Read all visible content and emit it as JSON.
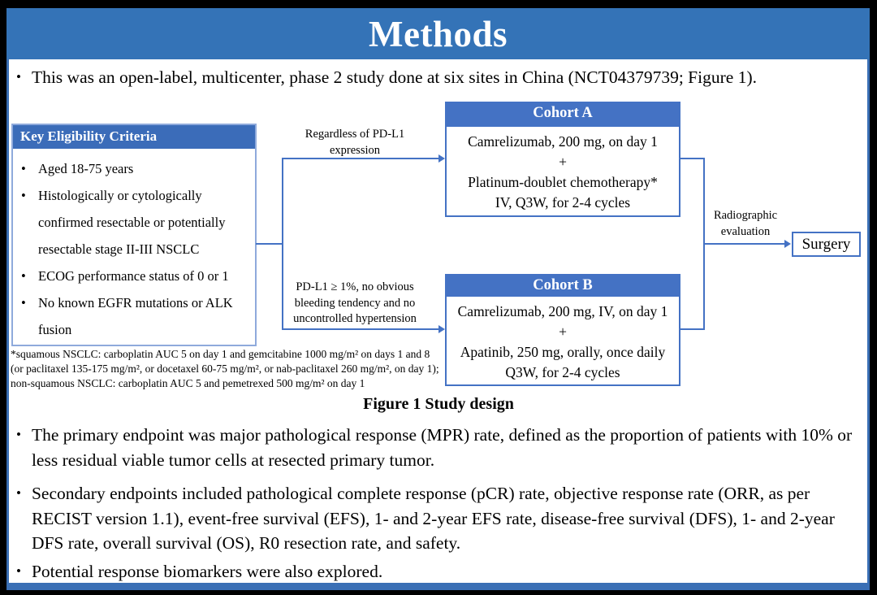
{
  "title": "Methods",
  "bullet_char": "•",
  "bullets": {
    "intro": "This was an open-label, multicenter, phase 2 study done at six sites in China (NCT04379739; Figure 1).",
    "primary_endpoint": "The primary endpoint was major pathological response (MPR) rate, defined as the proportion of patients with 10% or less residual viable tumor cells at resected primary tumor.",
    "secondary_endpoints": "Secondary endpoints included pathological complete response (pCR) rate, objective response rate (ORR, as per RECIST version 1.1), event-free survival (EFS), 1- and 2-year EFS rate, disease-free survival (DFS), 1- and 2-year DFS rate, overall survival (OS), R0 resection rate, and safety.",
    "biomarkers": "Potential response biomarkers were also explored."
  },
  "figure": {
    "caption": "Figure 1 Study design",
    "eligibility": {
      "title": "Key Eligibility Criteria",
      "items": [
        "Aged 18-75 years",
        "Histologically or cytologically confirmed resectable or potentially resectable stage II-III NSCLC",
        "ECOG performance status of 0 or 1",
        "No known EGFR mutations or ALK fusion"
      ]
    },
    "branches": {
      "cohort_a_condition": "Regardless of PD-L1\nexpression",
      "cohort_b_condition": "PD-L1 ≥ 1%, no obvious\nbleeding tendency and no\nuncontrolled hypertension"
    },
    "cohort_a": {
      "title": "Cohort A",
      "lines": [
        "Camrelizumab, 200 mg, on day 1",
        "+",
        "Platinum-doublet chemotherapy*",
        "IV, Q3W, for 2-4 cycles"
      ]
    },
    "cohort_b": {
      "title": "Cohort B",
      "lines": [
        "Camrelizumab, 200 mg, IV, on day 1",
        "+",
        "Apatinib, 250 mg, orally, once daily",
        "Q3W, for 2-4 cycles"
      ]
    },
    "evaluation_label": "Radiographic\nevaluation",
    "surgery_label": "Surgery",
    "footnote": "*squamous NSCLC: carboplatin AUC 5 on day 1 and gemcitabine 1000 mg/m² on days 1 and 8 (or paclitaxel 135-175 mg/m², or docetaxel 60-75 mg/m², or nab-paclitaxel 260 mg/m², on day 1); non-squamous NSCLC: carboplatin AUC 5 and pemetrexed 500 mg/m² on day 1"
  },
  "colors": {
    "title_bar_blue": "#3473b7",
    "cohort_header_blue": "#4472c4",
    "eligibility_header_blue": "#3b6cb9",
    "connector_blue": "#4472c4",
    "eligibility_border_blue": "#8faadc",
    "slide_background": "#ffffff",
    "outer_background": "#000000"
  }
}
